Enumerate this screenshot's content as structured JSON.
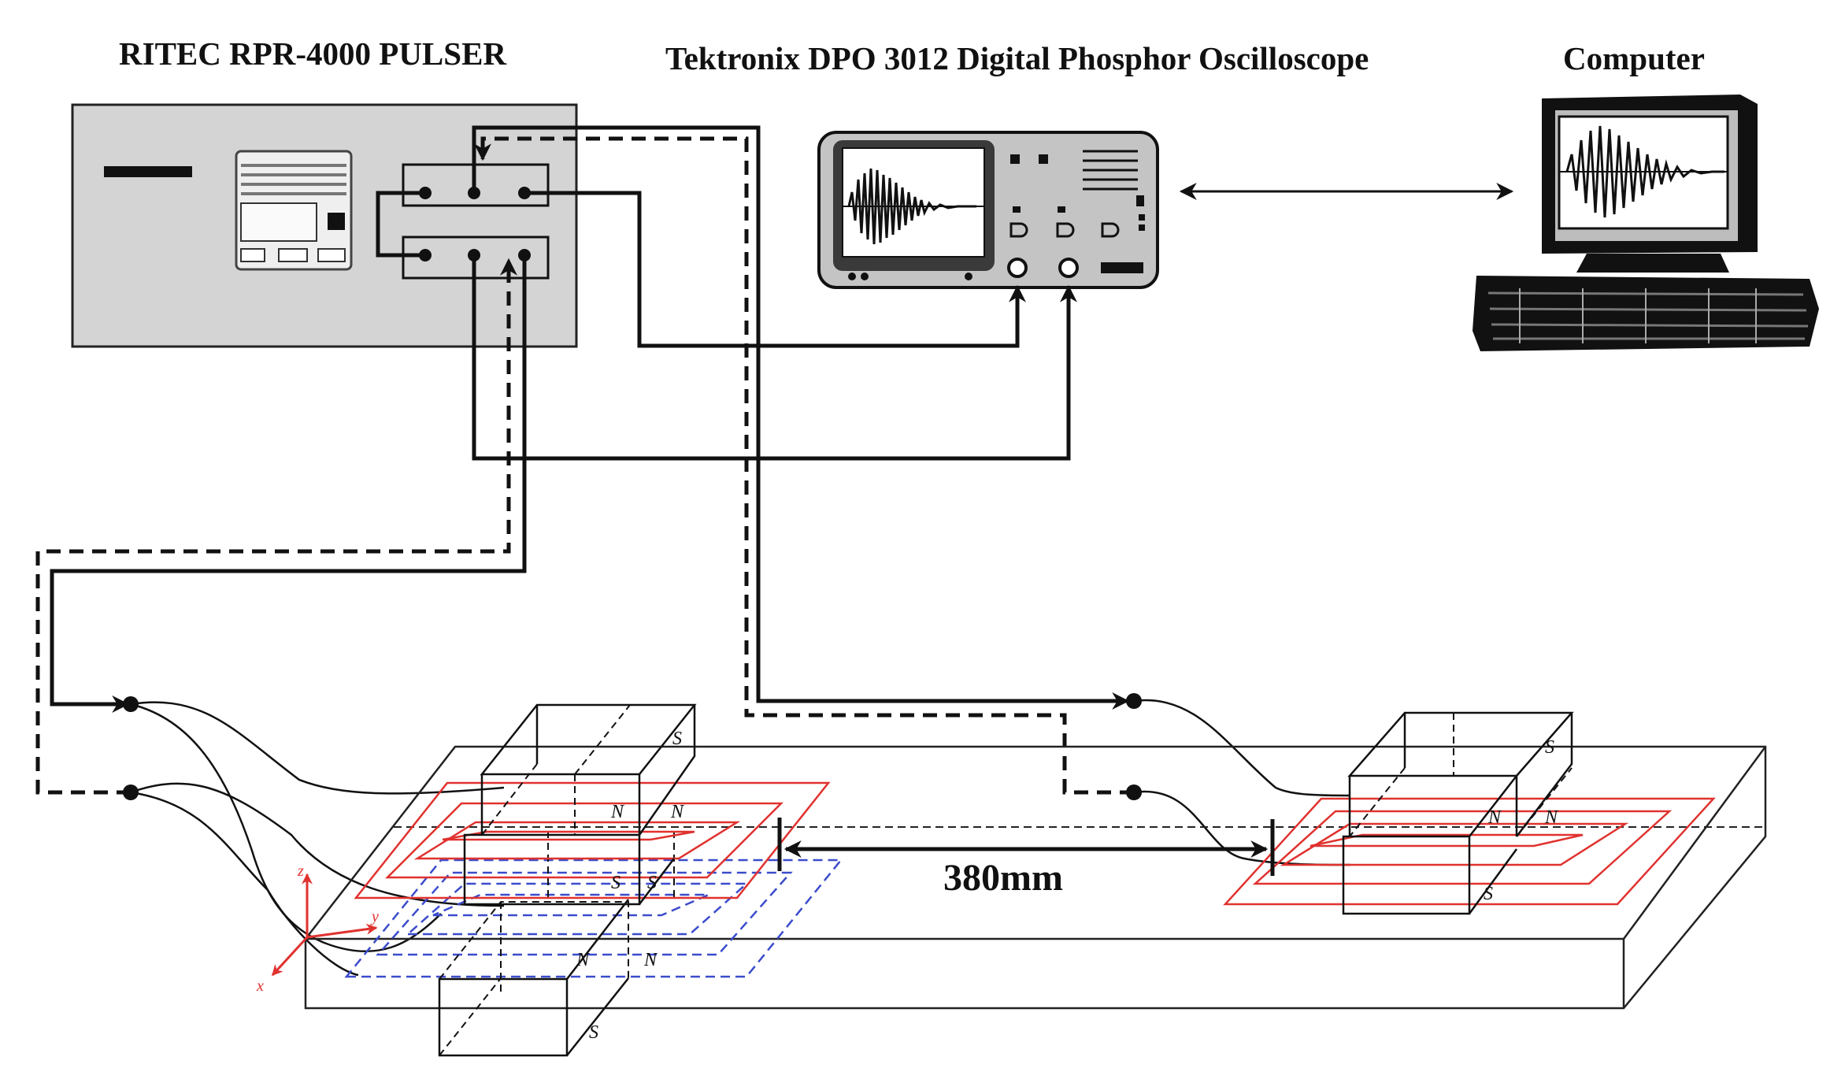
{
  "labels": {
    "pulser": "RITEC RPR-4000 PULSER",
    "oscilloscope": "Tektronix DPO 3012 Digital Phosphor Oscilloscope",
    "computer": "Computer",
    "distance": "380mm"
  },
  "axes": {
    "x": "x",
    "y": "y",
    "z": "z"
  },
  "magnet_poles": {
    "north": "N",
    "south": "S"
  },
  "colors": {
    "wire": "#111111",
    "coil_upper": "#e0322f",
    "coil_lower": "#3b4ccc",
    "axes": "#e0322f",
    "device_panel": "#d4d4d4",
    "screen": "#ffffff"
  }
}
